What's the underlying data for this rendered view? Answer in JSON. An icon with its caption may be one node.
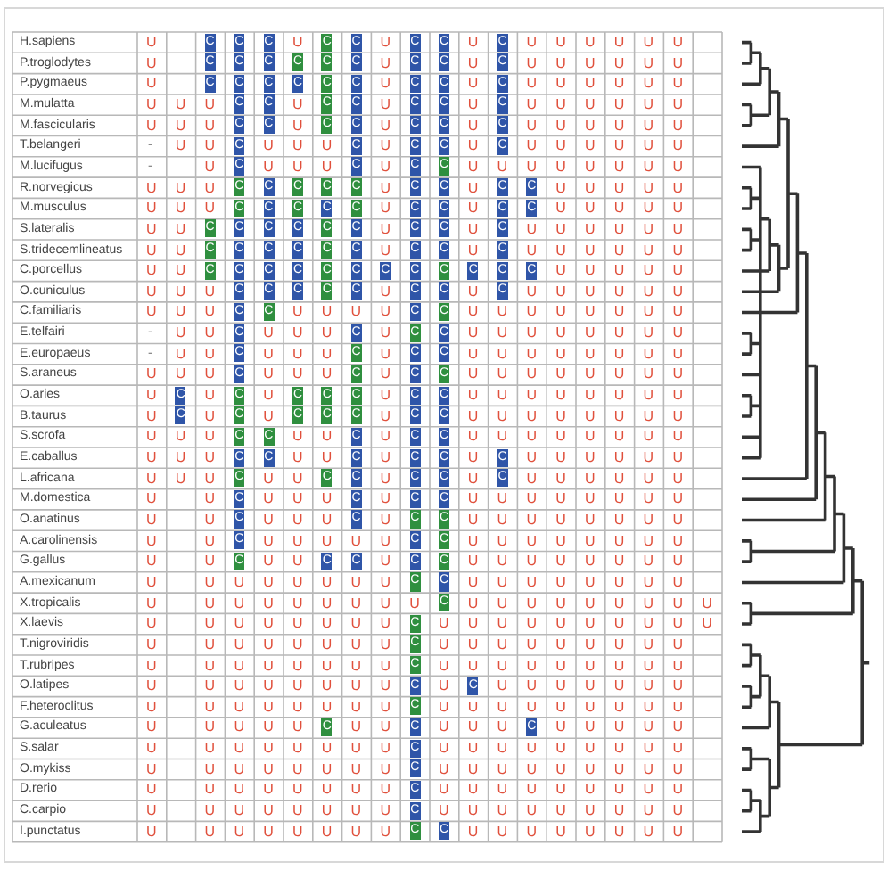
{
  "diagram": {
    "labels": [
      "H.sapiens",
      "U",
      "C",
      "C",
      "C",
      "U",
      "C",
      "C",
      "U",
      "C",
      "C",
      "U",
      "C",
      "U",
      "U",
      "U",
      "U",
      "U",
      "U",
      "P.troglodytes",
      "U",
      "C",
      "C",
      "C",
      "C",
      "C",
      "C",
      "U",
      "C",
      "C",
      "U",
      "C",
      "U",
      "U",
      "U",
      "U",
      "U",
      "U",
      "P.pygmaeus",
      "U",
      "C",
      "C",
      "C",
      "C",
      "C",
      "C",
      "U",
      "C",
      "C",
      "U",
      "C",
      "U",
      "U",
      "U",
      "U",
      "U",
      "U",
      "M.mulatta",
      "U",
      "U",
      "U",
      "C",
      "C",
      "U",
      "C",
      "C",
      "U",
      "C",
      "C",
      "U",
      "C",
      "U",
      "U",
      "U",
      "U",
      "U",
      "U",
      "M.fascicularis",
      "U",
      "U",
      "U",
      "C",
      "C",
      "U",
      "C",
      "C",
      "U",
      "C",
      "C",
      "U",
      "C",
      "U",
      "U",
      "U",
      "U",
      "U",
      "U",
      "T.belangeri",
      "-",
      "U",
      "U",
      "C",
      "U",
      "U",
      "U",
      "C",
      "U",
      "C",
      "C",
      "U",
      "C",
      "U",
      "U",
      "U",
      "U",
      "U",
      "U",
      "M.lucifugus",
      "-",
      "U",
      "C",
      "U",
      "U",
      "U",
      "C",
      "U",
      "C",
      "C",
      "U",
      "U",
      "U",
      "U",
      "U",
      "U",
      "U",
      "U",
      "R.norvegicus",
      "U",
      "U",
      "U",
      "C",
      "C",
      "C",
      "C",
      "C",
      "U",
      "C",
      "C",
      "U",
      "C",
      "C",
      "U",
      "U",
      "U",
      "U",
      "U",
      "M.musculus",
      "U",
      "U",
      "U",
      "C",
      "C",
      "C",
      "C",
      "C",
      "U",
      "C",
      "C",
      "U",
      "C",
      "C",
      "U",
      "U",
      "U",
      "U",
      "U",
      "S.lateralis",
      "U",
      "U",
      "C",
      "C",
      "C",
      "C",
      "C",
      "C",
      "U",
      "C",
      "C",
      "U",
      "C",
      "U",
      "U",
      "U",
      "U",
      "U",
      "U",
      "S.tridecemlineatus",
      "U",
      "U",
      "C",
      "C",
      "C",
      "C",
      "C",
      "C",
      "U",
      "C",
      "C",
      "U",
      "C",
      "U",
      "U",
      "U",
      "U",
      "U",
      "U",
      "C.porcellus",
      "U",
      "U",
      "C",
      "C",
      "C",
      "C",
      "C",
      "C",
      "C",
      "C",
      "C",
      "C",
      "C",
      "C",
      "U",
      "U",
      "U",
      "U",
      "U",
      "O.cuniculus",
      "U",
      "U",
      "U",
      "C",
      "C",
      "C",
      "C",
      "C",
      "U",
      "C",
      "C",
      "U",
      "C",
      "U",
      "U",
      "U",
      "U",
      "U",
      "U",
      "C.familiaris",
      "U",
      "U",
      "U",
      "C",
      "C",
      "U",
      "U",
      "U",
      "U",
      "C",
      "C",
      "U",
      "U",
      "U",
      "U",
      "U",
      "U",
      "U",
      "U",
      "E.telfairi",
      "-",
      "U",
      "U",
      "C",
      "U",
      "U",
      "U",
      "C",
      "U",
      "C",
      "C",
      "U",
      "U",
      "U",
      "U",
      "U",
      "U",
      "U",
      "U",
      "E.europaeus",
      "-",
      "U",
      "U",
      "C",
      "U",
      "U",
      "U",
      "C",
      "U",
      "C",
      "C",
      "U",
      "U",
      "U",
      "U",
      "U",
      "U",
      "U",
      "U",
      "S.araneus",
      "U",
      "U",
      "U",
      "C",
      "U",
      "U",
      "U",
      "C",
      "U",
      "C",
      "C",
      "U",
      "U",
      "U",
      "U",
      "U",
      "U",
      "U",
      "U",
      "O.aries",
      "U",
      "C",
      "U",
      "C",
      "U",
      "C",
      "C",
      "C",
      "U",
      "C",
      "C",
      "U",
      "U",
      "U",
      "U",
      "U",
      "U",
      "U",
      "U",
      "B.taurus",
      "U",
      "C",
      "U",
      "C",
      "U",
      "C",
      "C",
      "C",
      "U",
      "C",
      "C",
      "U",
      "U",
      "U",
      "U",
      "U",
      "U",
      "U",
      "U",
      "S.scrofa",
      "U",
      "U",
      "U",
      "C",
      "C",
      "U",
      "U",
      "C",
      "U",
      "C",
      "C",
      "U",
      "U",
      "U",
      "U",
      "U",
      "U",
      "U",
      "U",
      "E.caballus",
      "U",
      "U",
      "U",
      "C",
      "C",
      "U",
      "U",
      "C",
      "U",
      "C",
      "C",
      "U",
      "C",
      "U",
      "U",
      "U",
      "U",
      "U",
      "U",
      "L.africana",
      "U",
      "U",
      "U",
      "C",
      "U",
      "U",
      "C",
      "C",
      "U",
      "C",
      "C",
      "U",
      "C",
      "U",
      "U",
      "U",
      "U",
      "U",
      "U",
      "M.domestica",
      "U",
      "U",
      "C",
      "U",
      "U",
      "U",
      "C",
      "U",
      "C",
      "C",
      "U",
      "U",
      "U",
      "U",
      "U",
      "U",
      "U",
      "U",
      "O.anatinus",
      "U",
      "U",
      "C",
      "U",
      "U",
      "U",
      "C",
      "U",
      "C",
      "C",
      "U",
      "U",
      "U",
      "U",
      "U",
      "U",
      "U",
      "U",
      "A.carolinensis",
      "U",
      "U",
      "C",
      "U",
      "U",
      "U",
      "U",
      "U",
      "C",
      "C",
      "U",
      "U",
      "U",
      "U",
      "U",
      "U",
      "U",
      "U",
      "G.gallus",
      "U",
      "U",
      "C",
      "U",
      "U",
      "C",
      "C",
      "U",
      "C",
      "C",
      "U",
      "U",
      "U",
      "U",
      "U",
      "U",
      "U",
      "U",
      "A.mexicanum",
      "U",
      "U",
      "U",
      "U",
      "U",
      "U",
      "U",
      "U",
      "C",
      "C",
      "U",
      "U",
      "U",
      "U",
      "U",
      "U",
      "U",
      "U",
      "X.tropicalis",
      "U",
      "U",
      "U",
      "U",
      "U",
      "U",
      "U",
      "U",
      "U",
      "C",
      "U",
      "U",
      "U",
      "U",
      "U",
      "U",
      "U",
      "U",
      "U",
      "X.laevis",
      "U",
      "U",
      "U",
      "U",
      "U",
      "U",
      "U",
      "U",
      "C",
      "U",
      "U",
      "U",
      "U",
      "U",
      "U",
      "U",
      "U",
      "U",
      "U",
      "T.nigroviridis",
      "U",
      "U",
      "U",
      "U",
      "U",
      "U",
      "U",
      "U",
      "C",
      "U",
      "U",
      "U",
      "U",
      "U",
      "U",
      "U",
      "U",
      "U",
      "T.rubripes",
      "U",
      "U",
      "U",
      "U",
      "U",
      "U",
      "U",
      "U",
      "C",
      "U",
      "U",
      "U",
      "U",
      "U",
      "U",
      "U",
      "U",
      "U",
      "O.latipes",
      "U",
      "U",
      "U",
      "U",
      "U",
      "U",
      "U",
      "U",
      "C",
      "U",
      "C",
      "U",
      "U",
      "U",
      "U",
      "U",
      "U",
      "U",
      "F.heteroclitus",
      "U",
      "U",
      "U",
      "U",
      "U",
      "U",
      "U",
      "U",
      "C",
      "U",
      "U",
      "U",
      "U",
      "U",
      "U",
      "U",
      "U",
      "U",
      "G.aculeatus",
      "U",
      "U",
      "U",
      "U",
      "U",
      "C",
      "U",
      "U",
      "C",
      "U",
      "U",
      "U",
      "C",
      "U",
      "U",
      "U",
      "U",
      "U",
      "S.salar",
      "U",
      "U",
      "U",
      "U",
      "U",
      "U",
      "U",
      "U",
      "C",
      "U",
      "U",
      "U",
      "U",
      "U",
      "U",
      "U",
      "U",
      "U",
      "O.mykiss",
      "U",
      "U",
      "U",
      "U",
      "U",
      "U",
      "U",
      "U",
      "C",
      "U",
      "U",
      "U",
      "U",
      "U",
      "U",
      "U",
      "U",
      "U",
      "D.rerio",
      "U",
      "U",
      "U",
      "U",
      "U",
      "U",
      "U",
      "U",
      "C",
      "U",
      "U",
      "U",
      "U",
      "U",
      "U",
      "U",
      "U",
      "U",
      "C.carpio",
      "U",
      "U",
      "U",
      "U",
      "U",
      "U",
      "U",
      "U",
      "C",
      "U",
      "U",
      "U",
      "U",
      "U",
      "U",
      "U",
      "U",
      "U",
      "I.punctatus",
      "U",
      "U",
      "U",
      "U",
      "U",
      "U",
      "U",
      "U",
      "C",
      "C",
      "U",
      "U",
      "U",
      "U",
      "U",
      "U",
      "U",
      "U"
    ]
  }
}
